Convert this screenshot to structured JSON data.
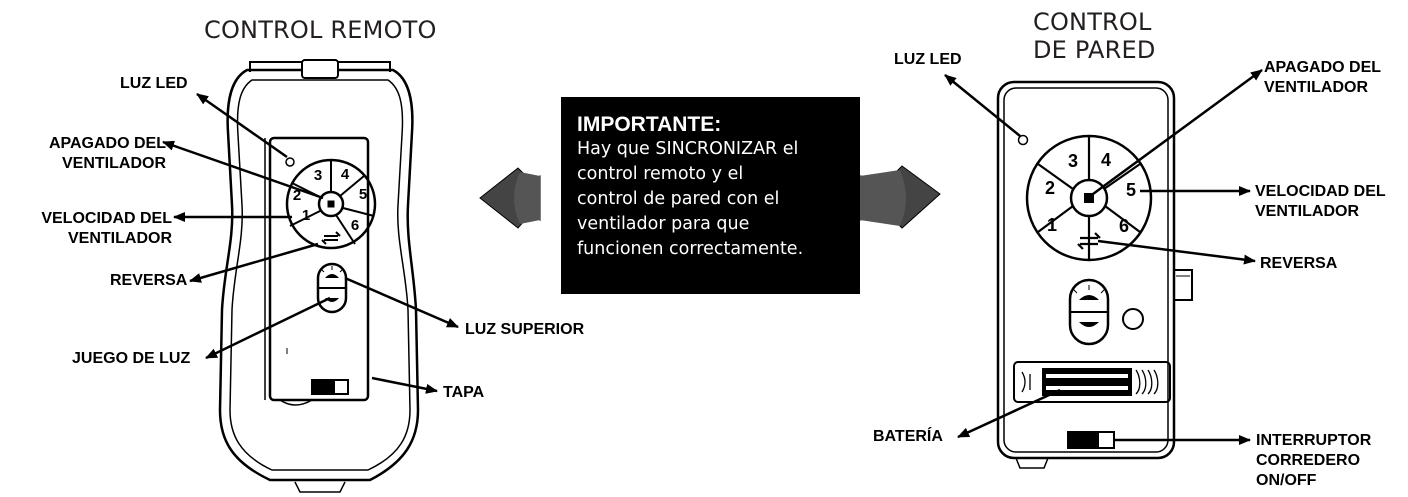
{
  "titles": {
    "remote": "CONTROL REMOTO",
    "wall_line1": "CONTROL",
    "wall_line2": "DE PARED"
  },
  "remote_labels": {
    "led": "LUZ LED",
    "fan_off_1": "APAGADO DEL",
    "fan_off_2": "VENTILADOR",
    "speed_1": "VELOCIDAD DEL",
    "speed_2": "VENTILADOR",
    "reverse": "REVERSA",
    "light_kit": "JUEGO DE LUZ",
    "uplight": "LUZ SUPERIOR",
    "cover": "TAPA"
  },
  "wall_labels": {
    "led": "LUZ LED",
    "fan_off_1": "APAGADO DEL",
    "fan_off_2": "VENTILADOR",
    "speed_1": "VELOCIDAD DEL",
    "speed_2": "VENTILADOR",
    "reverse": "REVERSA",
    "battery": "BATERÍA",
    "switch_1": "INTERRUPTOR",
    "switch_2": "CORREDERO",
    "switch_3": "ON/OFF"
  },
  "speed_buttons": [
    "1",
    "2",
    "3",
    "4",
    "5",
    "6"
  ],
  "notice": {
    "title": "IMPORTANTE:",
    "lines": [
      "Hay que SINCRONIZAR el",
      "control remoto y el",
      "control de pared con el",
      "ventilador para que",
      "funcionen correctamente."
    ]
  }
}
